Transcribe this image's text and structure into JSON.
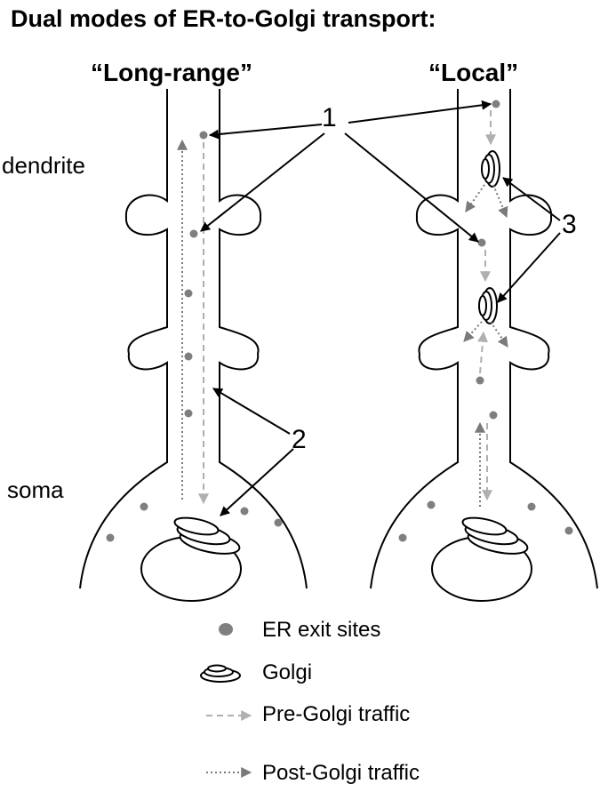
{
  "title": "Dual modes of ER-to-Golgi transport:",
  "panels": {
    "left": "“Long-range”",
    "right": "“Local”"
  },
  "region_labels": {
    "dendrite": "dendrite",
    "soma": "soma"
  },
  "callout_numbers": [
    "1",
    "2",
    "3"
  ],
  "legend": {
    "er_exit_sites": "ER exit sites",
    "golgi": "Golgi",
    "pre_golgi": "Pre-Golgi traffic",
    "post_golgi": "Post-Golgi traffic"
  },
  "colors": {
    "outline": "#000000",
    "er_exit_site": "#7f7f7f",
    "pre_golgi_traffic": "#b0b0b0",
    "post_golgi_traffic": "#7a7a7a"
  }
}
